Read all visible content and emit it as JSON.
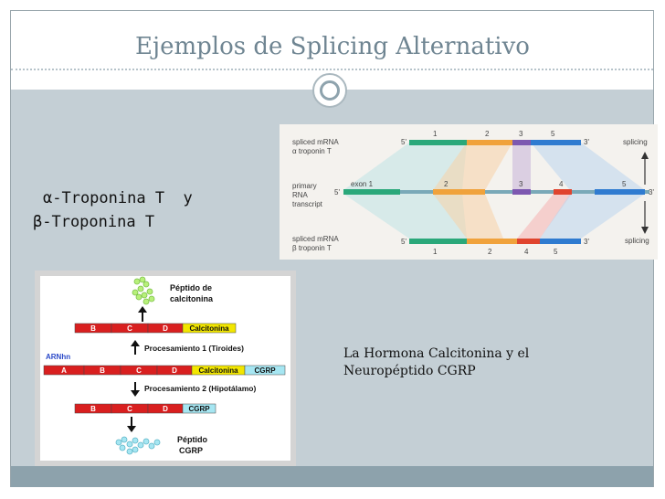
{
  "title": "Ejemplos de Splicing Alternativo",
  "troponins": {
    "line1": "α-Troponina T  y",
    "line2": "β-Troponina T"
  },
  "caption": {
    "line1": "La Hormona Calcitonina y el",
    "line2": "Neuropéptido CGRP"
  },
  "troponin_figure": {
    "top_label1": "spliced mRNA",
    "top_label2": "α troponin T",
    "mid_label1": "primary",
    "mid_label2": "RNA",
    "mid_label3": "transcript",
    "bot_label1": "spliced mRNA",
    "bot_label2": "β troponin T",
    "exon1": "exon 1",
    "top_exons": [
      "1",
      "2",
      "3",
      "5"
    ],
    "mid_exons": [
      "2",
      "3",
      "4",
      "5"
    ],
    "bot_exons": [
      "1",
      "2",
      "4",
      "5"
    ],
    "prime5": "5'",
    "prime3": "3'",
    "splicing_top": "splicing",
    "splicing_bottom": "splicing"
  },
  "calcitonin_figure": {
    "peptide_top": "Péptido de",
    "peptide_top2": "calcitonina",
    "row1": [
      "B",
      "C",
      "D",
      "Calcitonina"
    ],
    "proc1": "Procesamiento 1 (Tiroides)",
    "arnhn": "ARNhn",
    "row2": [
      "A",
      "B",
      "C",
      "D",
      "Calcitonina",
      "CGRP"
    ],
    "proc2": "Procesamiento 2 (Hipotálamo)",
    "row3": [
      "B",
      "C",
      "D",
      "CGRP"
    ],
    "peptide_bottom": "Péptido",
    "peptide_bottom2": "CGRP"
  },
  "colors": {
    "accent_title": "#6f8592",
    "panel": "#c4cfd5",
    "footer": "#8da2ac",
    "red": "#d91f1f",
    "yellow": "#f2e600",
    "cyan": "#a6e6f2"
  }
}
